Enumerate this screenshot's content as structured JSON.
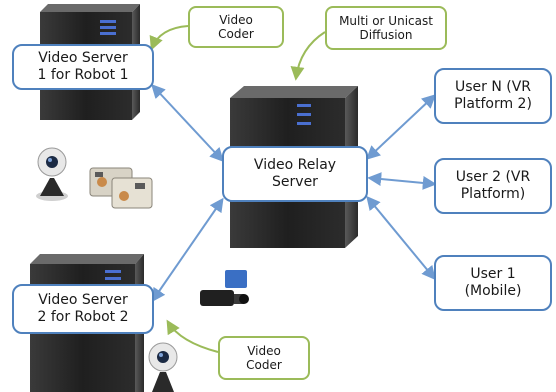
{
  "diagram": {
    "video_server_1": "Video Server\n1 for Robot 1",
    "video_server_2": "Video Server\n2 for Robot 2",
    "relay_server": "Video Relay\nServer",
    "user_n": "User N (VR\nPlatform 2)",
    "user_2": "User 2 (VR\nPlatform)",
    "user_1": "User 1\n(Mobile)",
    "callout_coder_top": "Video\nCoder",
    "callout_coder_bottom": "Video\nCoder",
    "callout_diffusion": "Multi or Unicast\nDiffusion"
  },
  "colors": {
    "node_border": "#4f81bd",
    "callout_border": "#9bbb59",
    "arrow": "#6f9bd1",
    "callout_arrow": "#9bbb59",
    "server_body": "#2b2b2b"
  }
}
